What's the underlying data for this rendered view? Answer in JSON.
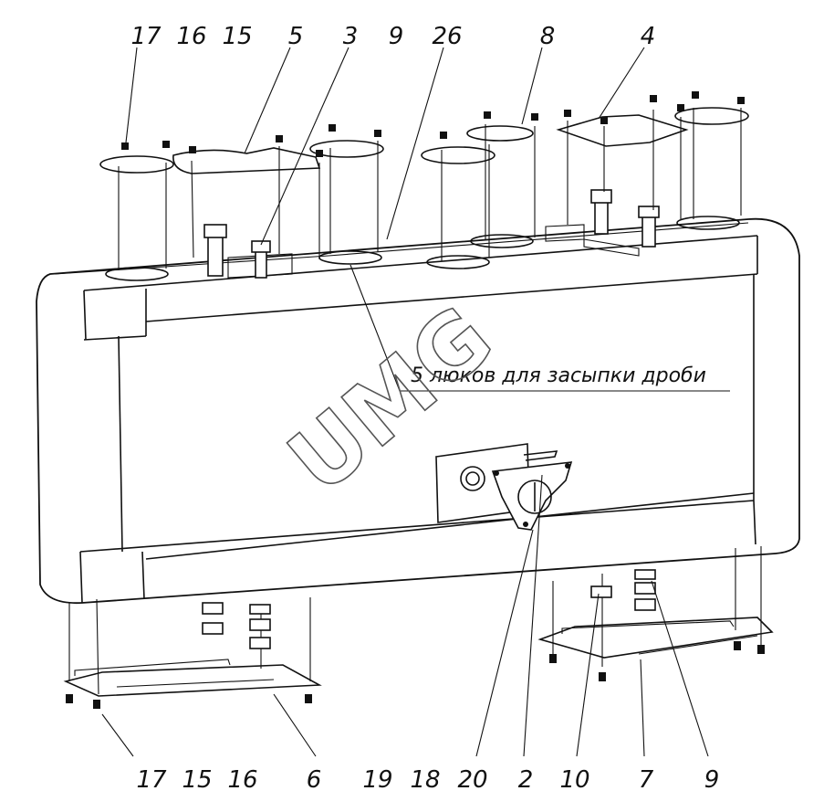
{
  "labels_top": [
    "17",
    "16",
    "15",
    "5",
    "3",
    "9",
    "26",
    "8",
    "4"
  ],
  "labels_bottom": [
    "17",
    "15",
    "16",
    "6",
    "19",
    "18",
    "20",
    "2",
    "10",
    "7",
    "9"
  ],
  "annotation": "5 люков для засыпки дроби",
  "watermark": "UMG"
}
